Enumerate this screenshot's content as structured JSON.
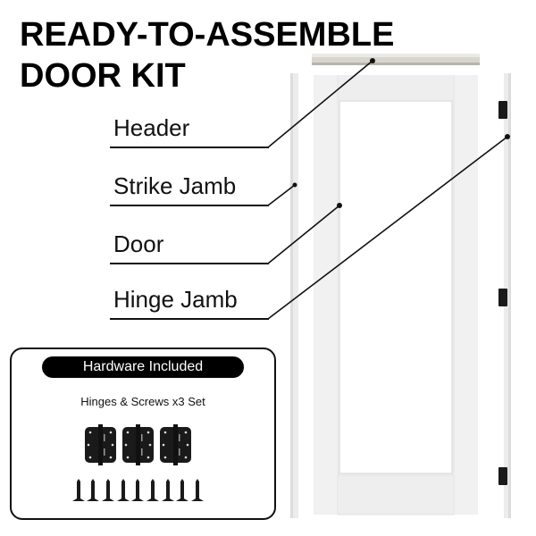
{
  "title": {
    "line1": "READY-TO-ASSEMBLE",
    "line2": "DOOR KIT"
  },
  "labels": [
    {
      "text": "Header",
      "part": "header"
    },
    {
      "text": "Strike Jamb",
      "part": "strike-jamb"
    },
    {
      "text": "Door",
      "part": "door"
    },
    {
      "text": "Hinge Jamb",
      "part": "hinge-jamb"
    }
  ],
  "hardware": {
    "badge": "Hardware Included",
    "subtitle": "Hinges & Screws x3 Set",
    "hinge_count": 3,
    "screw_count": 9
  },
  "colors": {
    "text": "#111111",
    "door": "#f2f2f2",
    "header_trim": "#c9c6c0",
    "hinge": "#1a1a1a"
  }
}
